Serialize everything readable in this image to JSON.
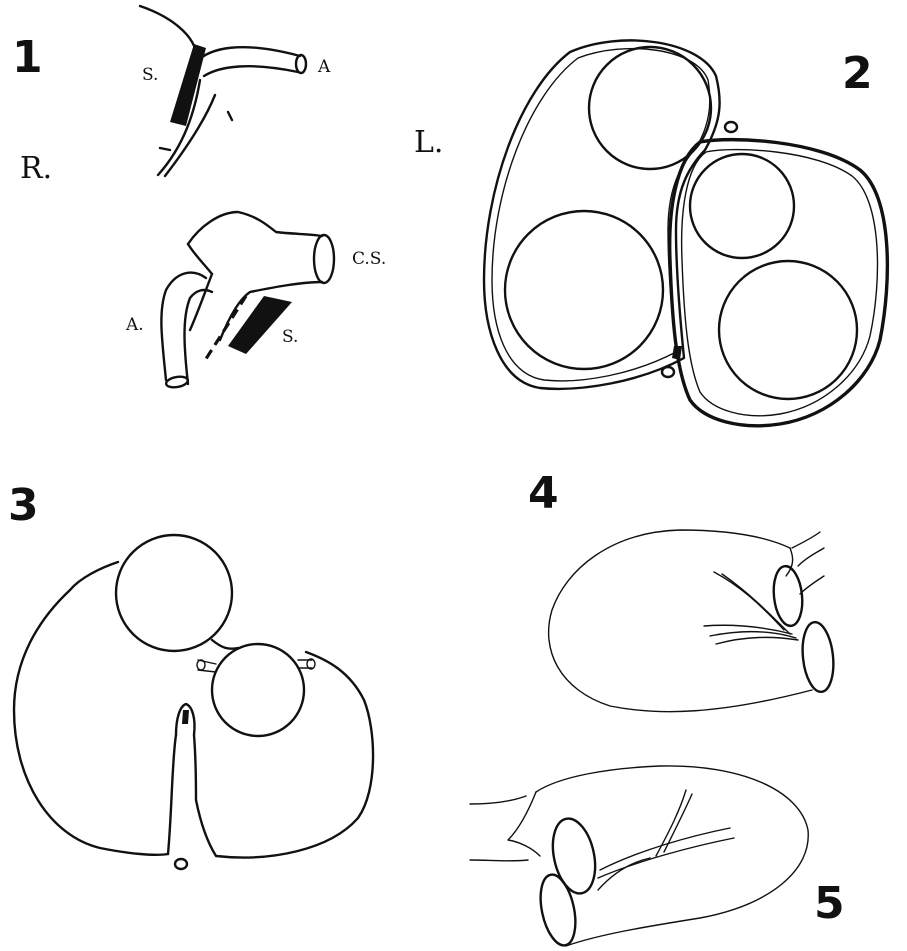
{
  "figure_numbers": {
    "fig1": "1",
    "fig2": "2",
    "fig3": "3",
    "fig4": "4",
    "fig5": "5"
  },
  "orientation": {
    "right": "R.",
    "left": "L."
  },
  "fig1_labels": {
    "septum_top": "S.",
    "artery_top": "A",
    "coronary_sinus": "C.S.",
    "artery_bottom": "A.",
    "septum_bottom": "S."
  }
}
